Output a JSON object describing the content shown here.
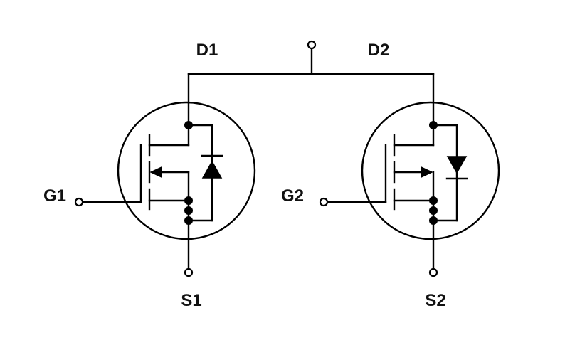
{
  "labels": {
    "d1": "D1",
    "d2": "D2",
    "g1": "G1",
    "g2": "G2",
    "s1": "S1",
    "s2": "S2"
  },
  "colors": {
    "line": "#000000",
    "background": "#ffffff"
  }
}
